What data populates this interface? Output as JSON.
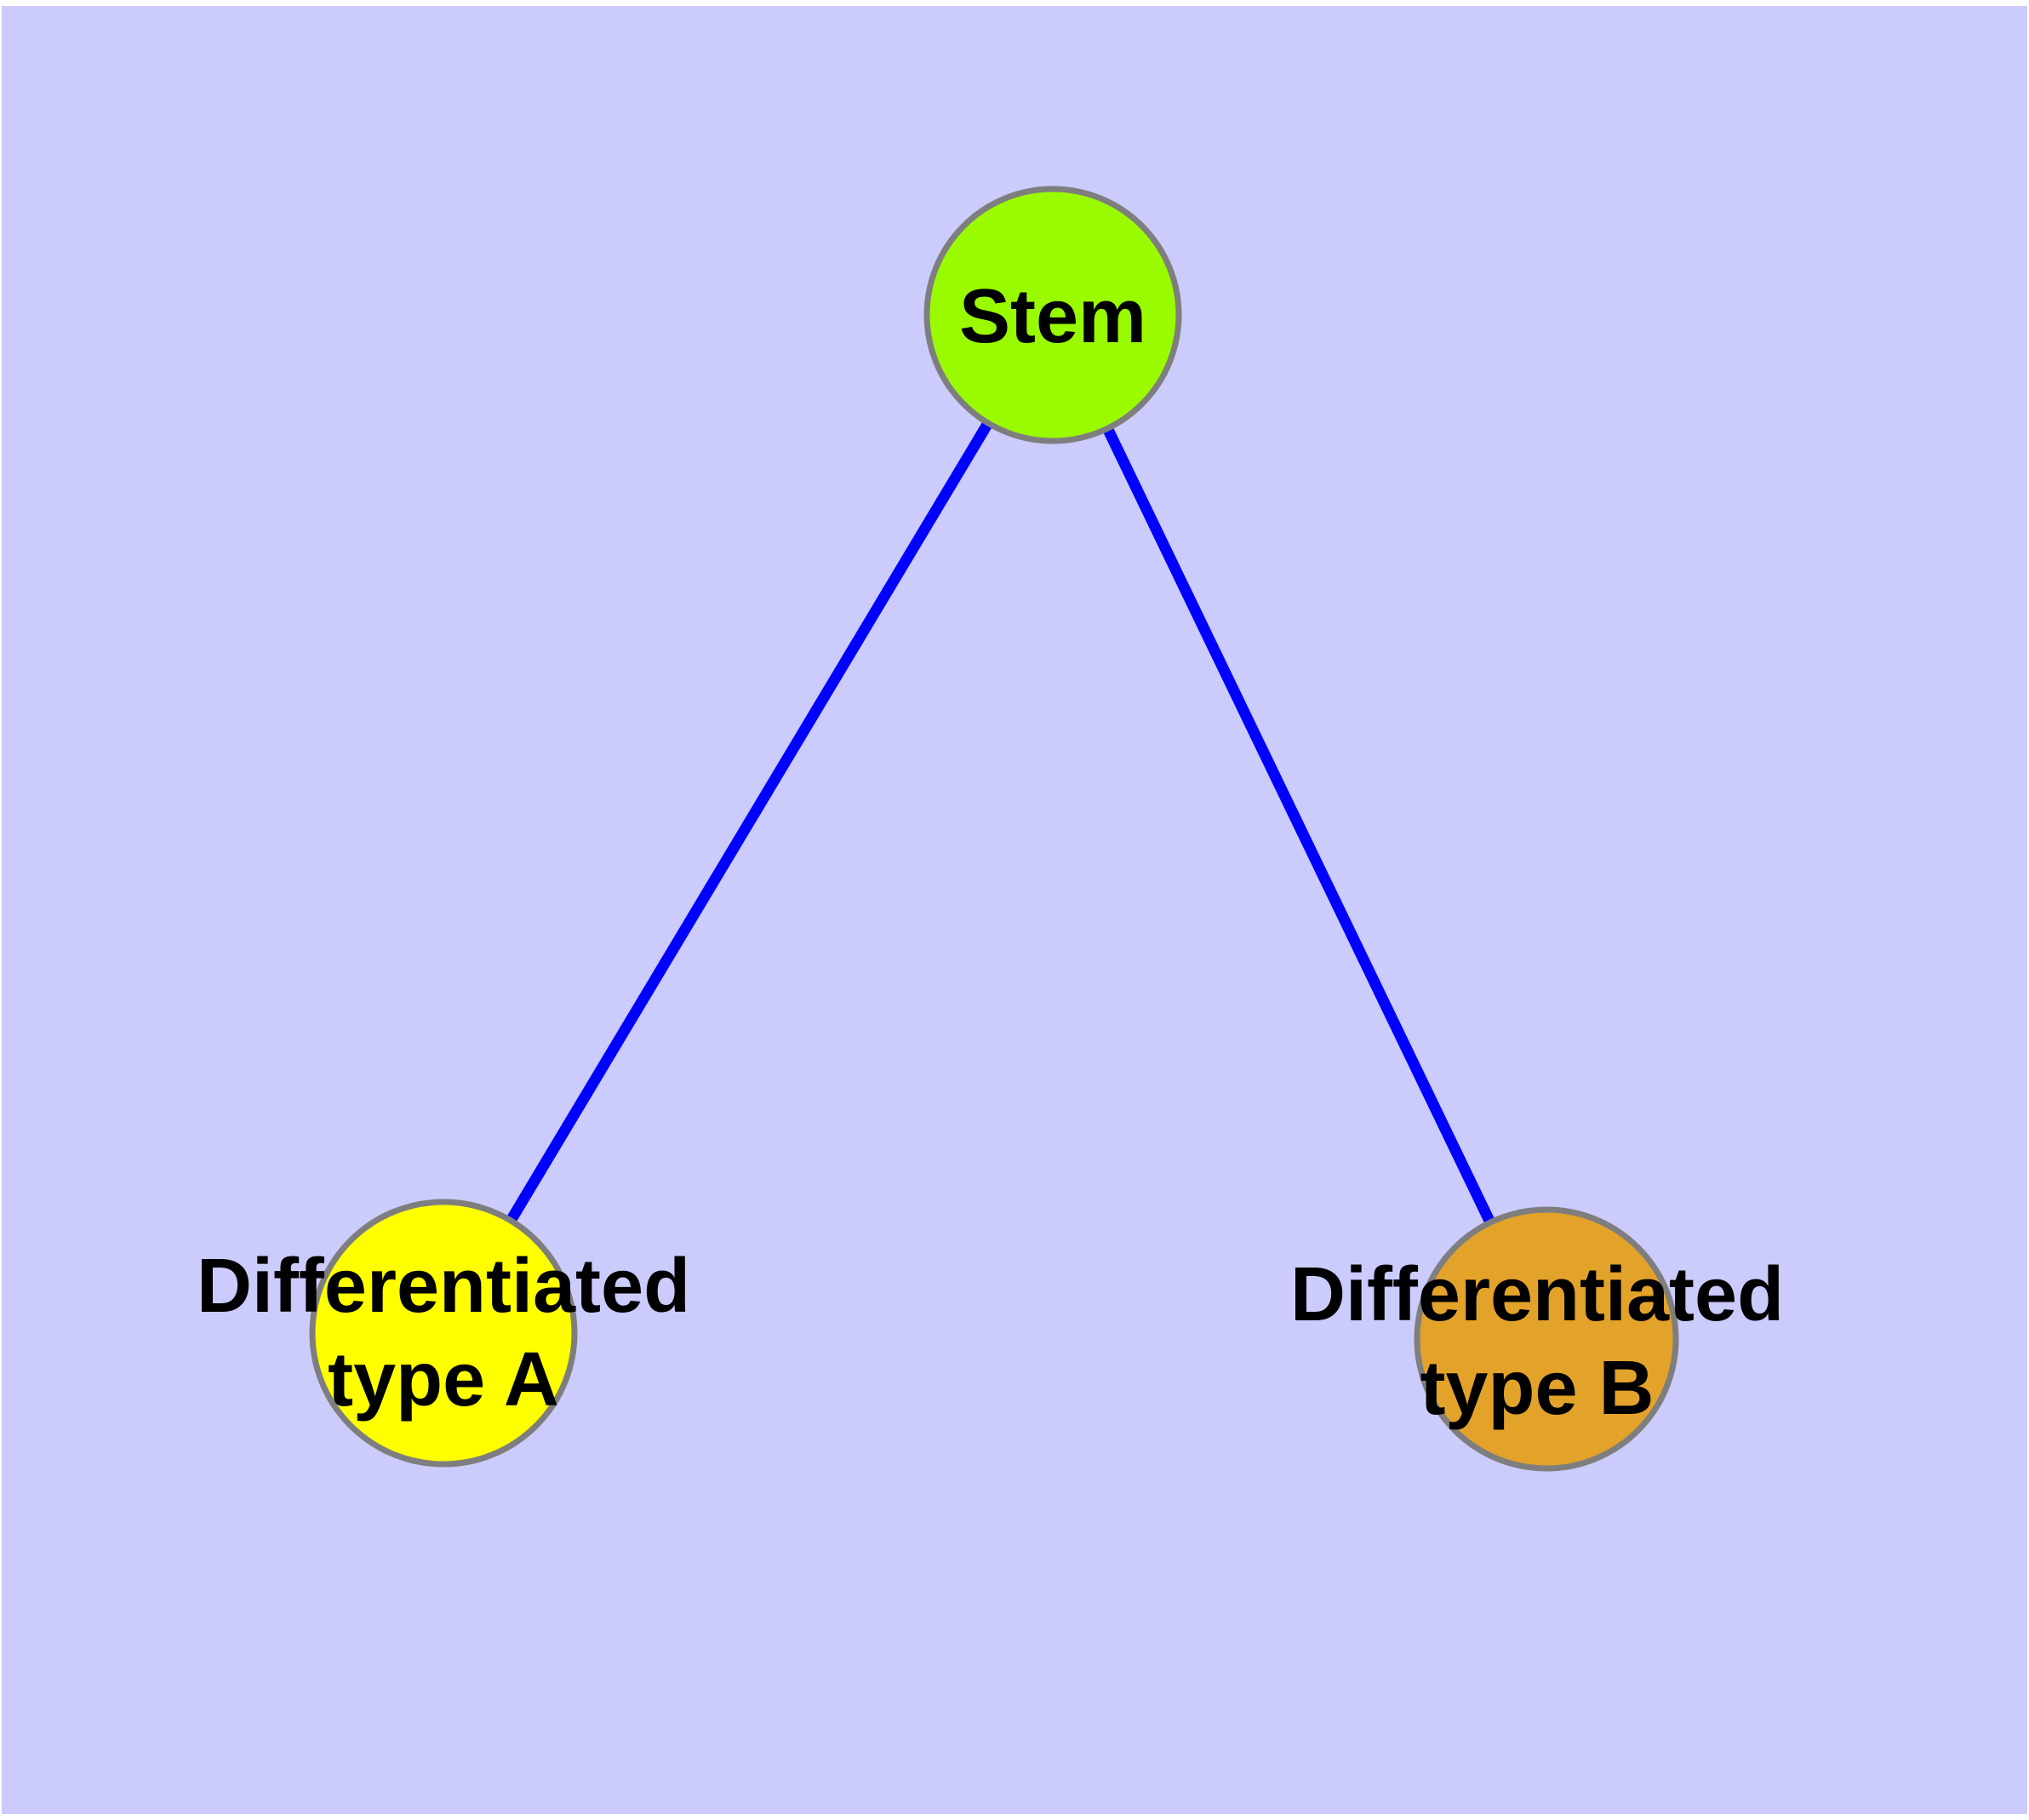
{
  "background": {
    "page_color": "#ffffff",
    "panel_color": "#cbcbfc"
  },
  "diagram": {
    "type": "graph",
    "edge_color": "#0000ff",
    "node_border_color": "#7e7e7e",
    "label_color": "#000000",
    "nodes": [
      {
        "id": "stem",
        "fill": "#9afb00",
        "label_lines": [
          "Stem"
        ]
      },
      {
        "id": "differentiated-a",
        "fill": "#ffff00",
        "label_lines": [
          "Differentiated",
          "type A"
        ]
      },
      {
        "id": "differentiated-b",
        "fill": "#e3a229",
        "label_lines": [
          "Differentiated",
          "type B"
        ]
      }
    ],
    "edges": [
      {
        "from": "stem",
        "to": "differentiated-a"
      },
      {
        "from": "stem",
        "to": "differentiated-b"
      }
    ]
  }
}
